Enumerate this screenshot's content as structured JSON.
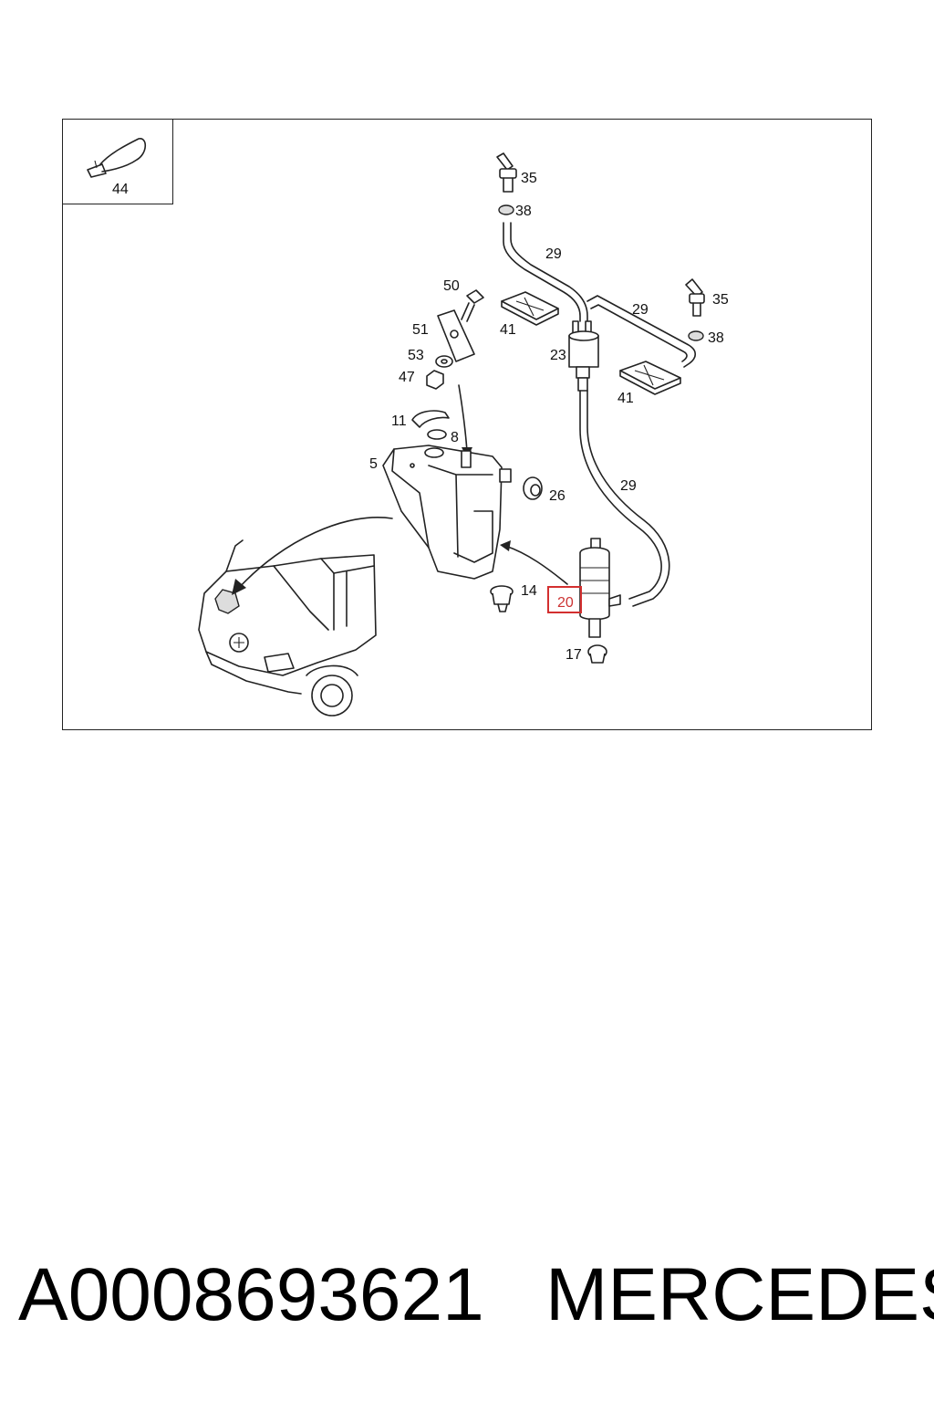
{
  "diagram": {
    "inset_label": "44",
    "callouts": {
      "c35a": "35",
      "c38a": "38",
      "c29a": "29",
      "c29b": "29",
      "c35b": "35",
      "c38b": "38",
      "c50": "50",
      "c41a": "41",
      "c51": "51",
      "c53": "53",
      "c47": "47",
      "c23": "23",
      "c41b": "41",
      "c11": "11",
      "c8": "8",
      "c5": "5",
      "c26": "26",
      "c29c": "29",
      "c14": "14",
      "c20": "20",
      "c17": "17"
    },
    "highlighted_callout": "20",
    "highlight_color": "#d32f2f"
  },
  "footer": {
    "part_number": "A0008693621",
    "brand": "MERCEDES"
  }
}
